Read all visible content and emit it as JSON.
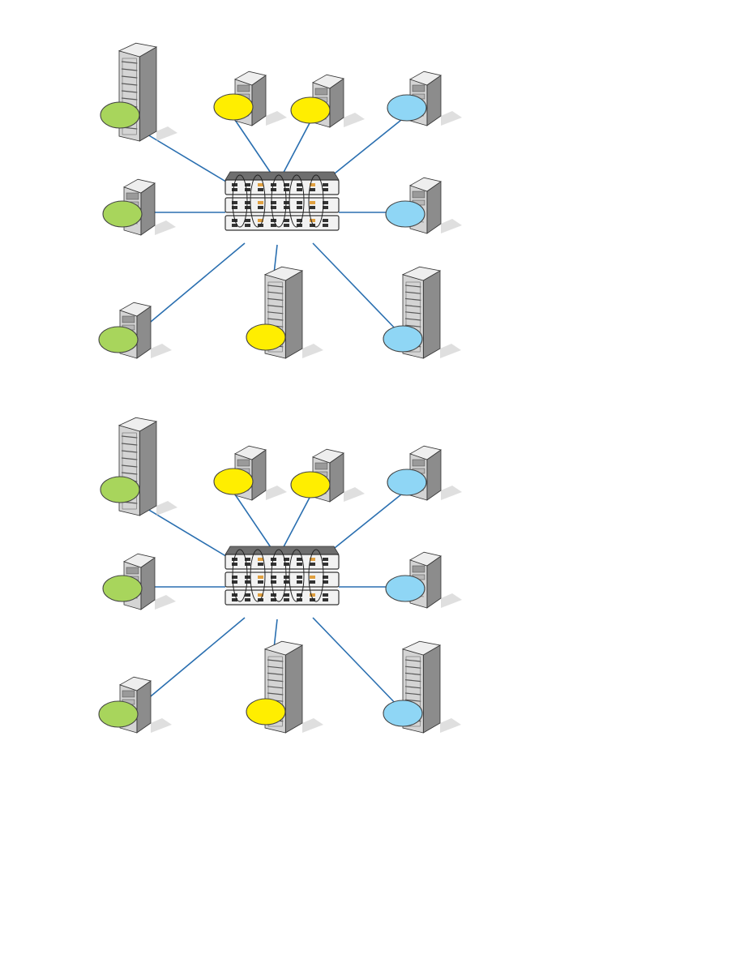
{
  "colors": {
    "link": "#2a6fb0",
    "group_green": "#a8d55c",
    "group_yellow": "#ffee00",
    "group_blue": "#8fd6f5",
    "outline": "#333333",
    "switch_body": "#f2f2f2",
    "server_front": "#d4d4d4",
    "server_side": "#8c8c8c",
    "server_top": "#eeeeee"
  },
  "diagrams": [
    {
      "name": "topology-diagram-1",
      "nodes": [
        {
          "id": "rack-top-left",
          "kind": "rack",
          "group": "green"
        },
        {
          "id": "tower-top-1",
          "kind": "tower",
          "group": "yellow"
        },
        {
          "id": "tower-top-2",
          "kind": "tower",
          "group": "yellow"
        },
        {
          "id": "tower-top-right",
          "kind": "tower",
          "group": "blue"
        },
        {
          "id": "tower-mid-left",
          "kind": "tower",
          "group": "green"
        },
        {
          "id": "tower-mid-right",
          "kind": "tower",
          "group": "blue"
        },
        {
          "id": "tower-bottom-left",
          "kind": "tower",
          "group": "green"
        },
        {
          "id": "rack-bottom-center",
          "kind": "rack",
          "group": "yellow"
        },
        {
          "id": "rack-bottom-right",
          "kind": "rack",
          "group": "blue"
        }
      ],
      "switch_stack": {
        "units": 3
      }
    },
    {
      "name": "topology-diagram-2",
      "nodes": [
        {
          "id": "rack-top-left",
          "kind": "rack",
          "group": "green"
        },
        {
          "id": "tower-top-1",
          "kind": "tower",
          "group": "yellow"
        },
        {
          "id": "tower-top-2",
          "kind": "tower",
          "group": "yellow"
        },
        {
          "id": "tower-top-right",
          "kind": "tower",
          "group": "blue"
        },
        {
          "id": "tower-mid-left",
          "kind": "tower",
          "group": "green"
        },
        {
          "id": "tower-mid-right",
          "kind": "tower",
          "group": "blue"
        },
        {
          "id": "tower-bottom-left",
          "kind": "tower",
          "group": "green"
        },
        {
          "id": "rack-bottom-center",
          "kind": "rack",
          "group": "yellow"
        },
        {
          "id": "rack-bottom-right",
          "kind": "rack",
          "group": "blue"
        }
      ],
      "switch_stack": {
        "units": 3
      }
    }
  ]
}
